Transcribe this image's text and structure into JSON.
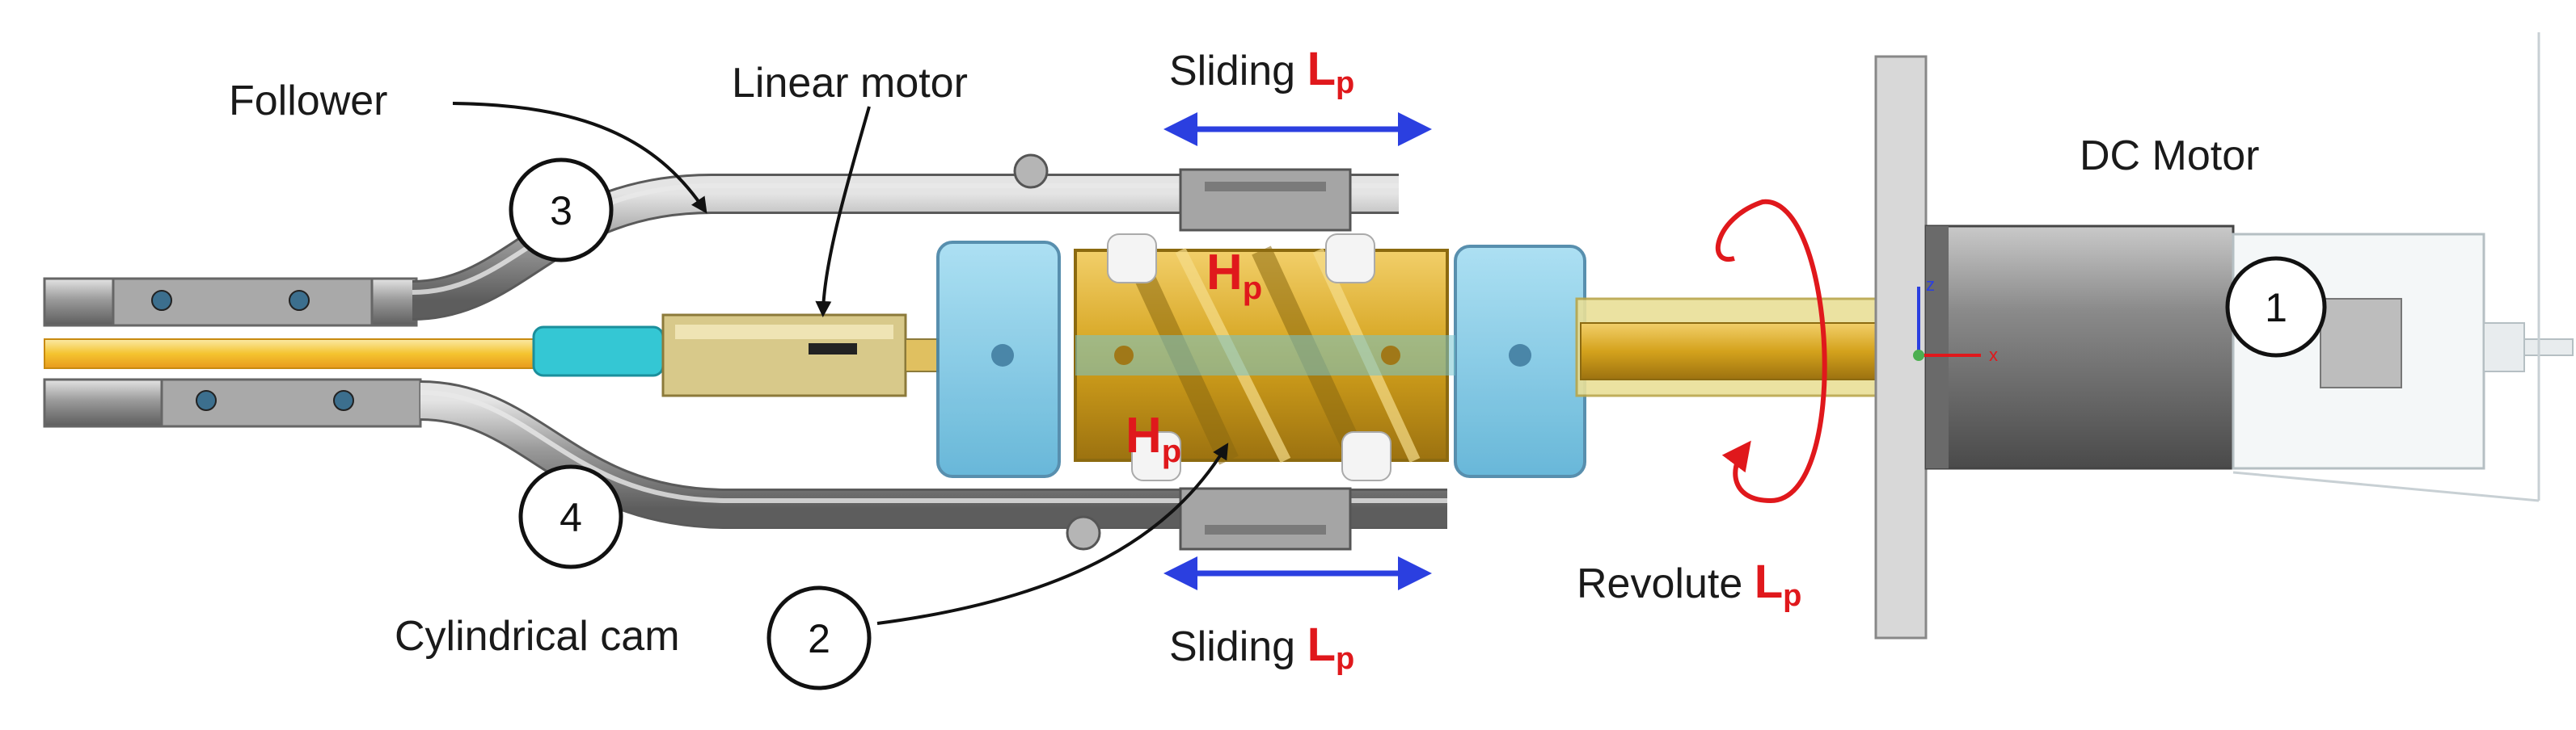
{
  "labels": {
    "follower": "Follower",
    "linear_motor": "Linear motor",
    "dc_motor": "DC Motor",
    "cylindrical_cam": "Cylindrical cam",
    "sliding_top_word": "Sliding",
    "sliding_bottom_word": "Sliding",
    "revolute_word": "Revolute",
    "lp_main": "L",
    "lp_sub": "p",
    "hp_main": "H",
    "hp_sub": "p"
  },
  "callouts": [
    "1",
    "2",
    "3",
    "4"
  ],
  "axis_triad": {
    "z": "z",
    "x": "x"
  },
  "colors": {
    "red_label": "#e0181c",
    "blue_arrow": "#2b3fe0",
    "brass": "#d9a520",
    "cyan_part": "#5cc8e8",
    "yellow_rod": "#f4c430"
  }
}
